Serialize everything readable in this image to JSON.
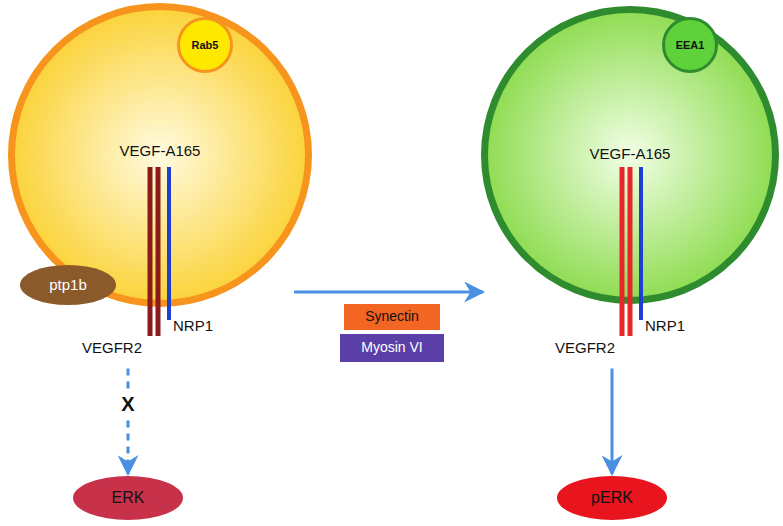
{
  "diagram": {
    "nodes": [
      {
        "text": [
          "VEGF-A165"
        ]
      },
      {
        "text": [
          "Rab5"
        ],
        "in": 0
      },
      {
        "text": [
          "ptp1b"
        ]
      },
      {
        "text": [
          "ERK"
        ]
      },
      {
        "text": [
          "Synectin"
        ]
      },
      {
        "text": [
          "Myosin VI"
        ]
      },
      {
        "text": [
          "VEGF-A165"
        ]
      },
      {
        "text": [
          "EEA1"
        ],
        "in": 6
      },
      {
        "text": [
          "pERK"
        ]
      }
    ],
    "edges": [
      {
        "from": 0,
        "to": 3,
        "arrow": "to"
      },
      {
        "from": 0,
        "to": 6,
        "arrow": "to"
      },
      {
        "from": 6,
        "to": 8,
        "arrow": "to"
      }
    ],
    "labels": [
      "NRP1",
      "VEGFR2",
      "X",
      "NRP1",
      "VEGFR2"
    ]
  }
}
